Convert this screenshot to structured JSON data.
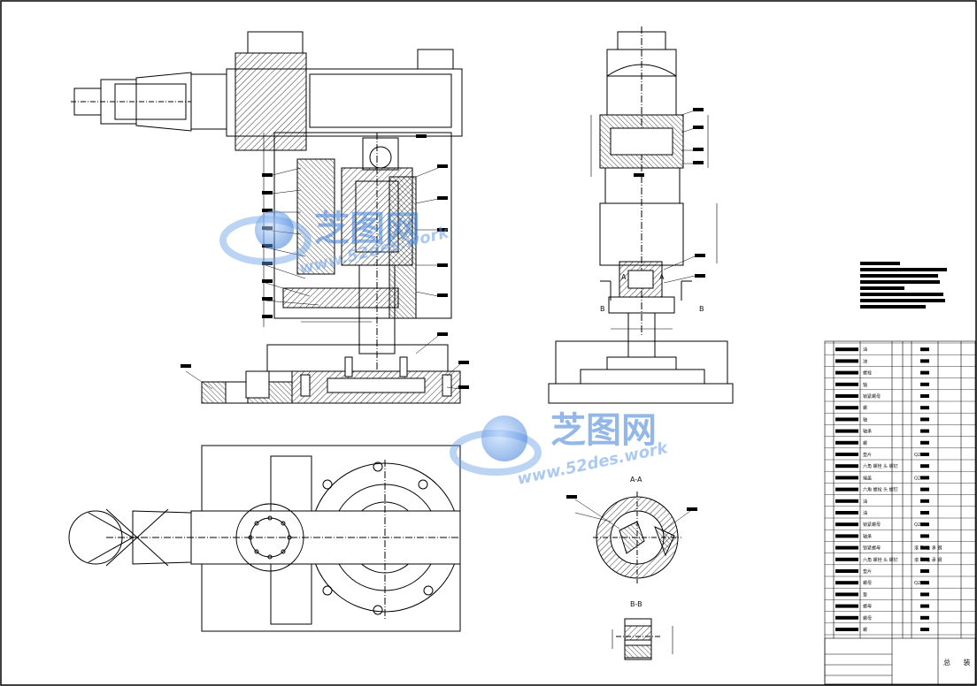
{
  "sections": {
    "aa": "A-A",
    "bb": "B-B",
    "a_mark": "A",
    "b_mark": "B"
  },
  "watermark": {
    "cn": "芝图网",
    "url_top": "www.52des.work",
    "url_bottom": "www.52des.work"
  },
  "title_block": {
    "drawing_title": "总 装",
    "bom_rows": [
      "油",
      "油",
      "螺栓",
      "轴",
      "锁紧螺母",
      "螺",
      "轴",
      "轴承",
      "螺",
      "垫片",
      "六角 螺栓 头 螺钉",
      "端盖",
      "六角 螺栓 头 螺钉",
      "油",
      "油",
      "锁紧螺母",
      "轴承",
      "锁紧螺母",
      "六角 螺栓 头 螺钉",
      "垫片",
      "螺母",
      "垫",
      "螺母",
      "螺母",
      "螺"
    ],
    "materials": [
      "Q235",
      "Q235",
      "Q235",
      "滚 珠 轴 承 钢",
      "滚 珠 轴 承 钢",
      "Q235"
    ]
  },
  "colors": {
    "line": "#000000",
    "watermark": "#3b7fd6"
  }
}
